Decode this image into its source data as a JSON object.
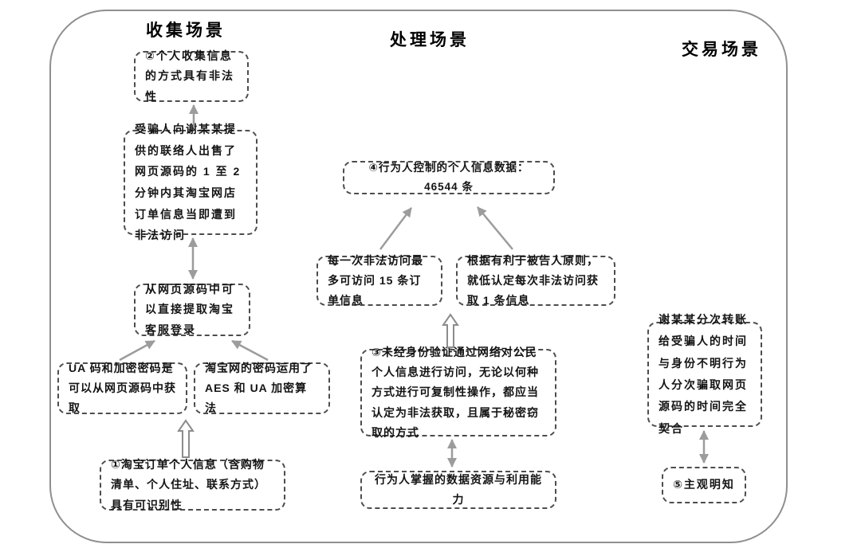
{
  "diagram": {
    "section_titles": {
      "collection": "收集场景",
      "processing": "处理场景",
      "transaction": "交易场景"
    },
    "boxes": {
      "b2": "②个人收集信息的方式具有非法性",
      "victim": "受骗人向谢某某提供的联络人出售了网页源码的 1 至 2 分钟内其淘宝网店订单信息当即遭到非法访问",
      "extract": "从网页源码中可以直接提取淘宝客服登录",
      "ua": "UA 码和加密密码是可以从网页源码中获取",
      "aes": "淘宝网的密码运用了 AES 和 UA 加密算法",
      "b1": "①淘宝订单个人信息（含购物清单、个人住址、联系方式）具有可识别性",
      "b4": "④行为人控制的个人信息数据：46544 条",
      "per_access": "每一次非法访问最多可访问 15 条订单信息",
      "principle": "根据有利于被告人原则，就低认定每次非法访问获取 1 条信息",
      "b3": "③未经身份验证通过网络对公民个人信息进行访问，无论以何种方式进行可复制性操作，都应当认定为非法获取，且属于秘密窃取的方式",
      "capability": "行为人掌握的数据资源与利用能力",
      "transfer": "谢某某分次转账给受骗人的时间与身份不明行为人分次骗取网页源码的时间完全契合",
      "b5": "⑤主观明知"
    },
    "colors": {
      "background": "#ffffff",
      "frame_border": "#8f8f8f",
      "box_border": "#4d4d4d",
      "arrow": "#9c9c9c",
      "text": "#141414"
    }
  }
}
